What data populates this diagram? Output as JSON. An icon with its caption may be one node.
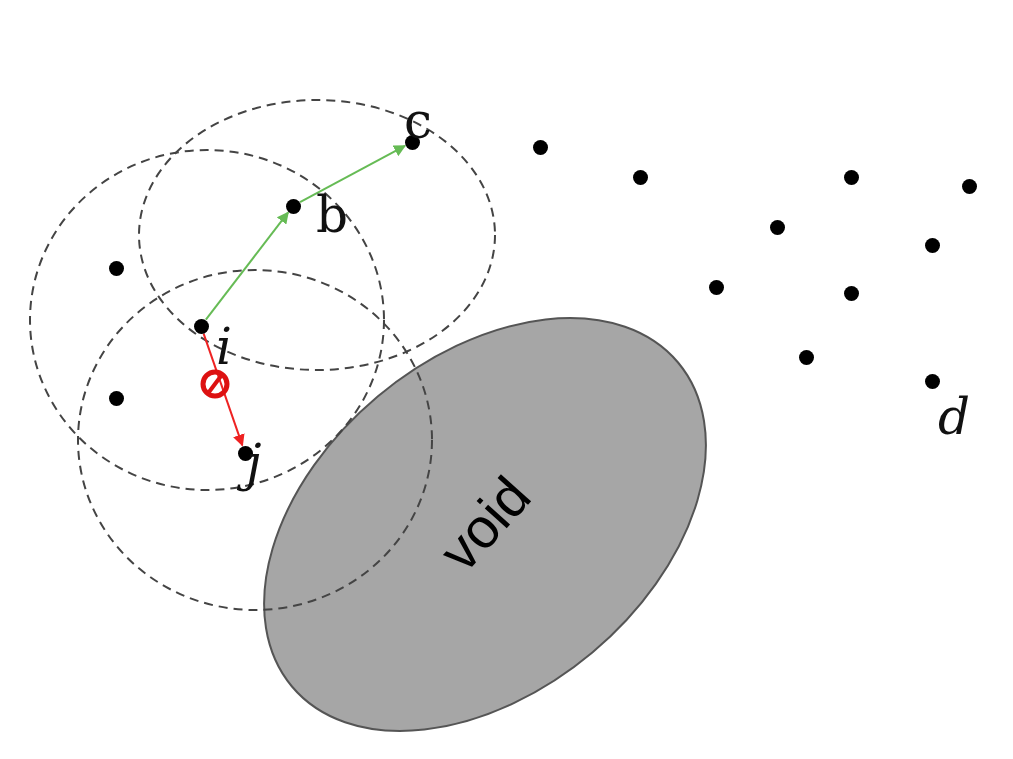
{
  "diagram": {
    "nodes": [
      {
        "text": [],
        "shape": "circle",
        "beside": [
          "c"
        ]
      },
      {
        "text": [],
        "shape": "circle"
      },
      {
        "text": [],
        "shape": "circle"
      },
      {
        "text": [],
        "shape": "circle"
      },
      {
        "text": [],
        "shape": "circle"
      },
      {
        "text": [],
        "shape": "circle",
        "beside": [
          "b"
        ]
      },
      {
        "text": [],
        "shape": "circle"
      },
      {
        "text": [],
        "shape": "circle"
      },
      {
        "text": [],
        "shape": "circle"
      },
      {
        "text": [],
        "shape": "circle"
      },
      {
        "text": [],
        "shape": "circle"
      },
      {
        "text": [],
        "shape": "circle",
        "beside": [
          "i"
        ]
      },
      {
        "text": [],
        "shape": "circle"
      },
      {
        "text": [],
        "shape": "circle",
        "beside": [
          "d"
        ]
      },
      {
        "text": [],
        "shape": "circle"
      },
      {
        "text": [],
        "shape": "circle",
        "beside": [
          "j"
        ]
      },
      {
        "text": [
          "void"
        ]
      }
    ],
    "edges": [
      {
        "from": 11,
        "to": 5,
        "arrow": "to",
        "color": "#66bb55"
      },
      {
        "from": 5,
        "to": 0,
        "arrow": "to",
        "color": "#66bb55"
      },
      {
        "from": 11,
        "to": 15,
        "arrow": "to",
        "color": "#ee2222"
      }
    ]
  }
}
